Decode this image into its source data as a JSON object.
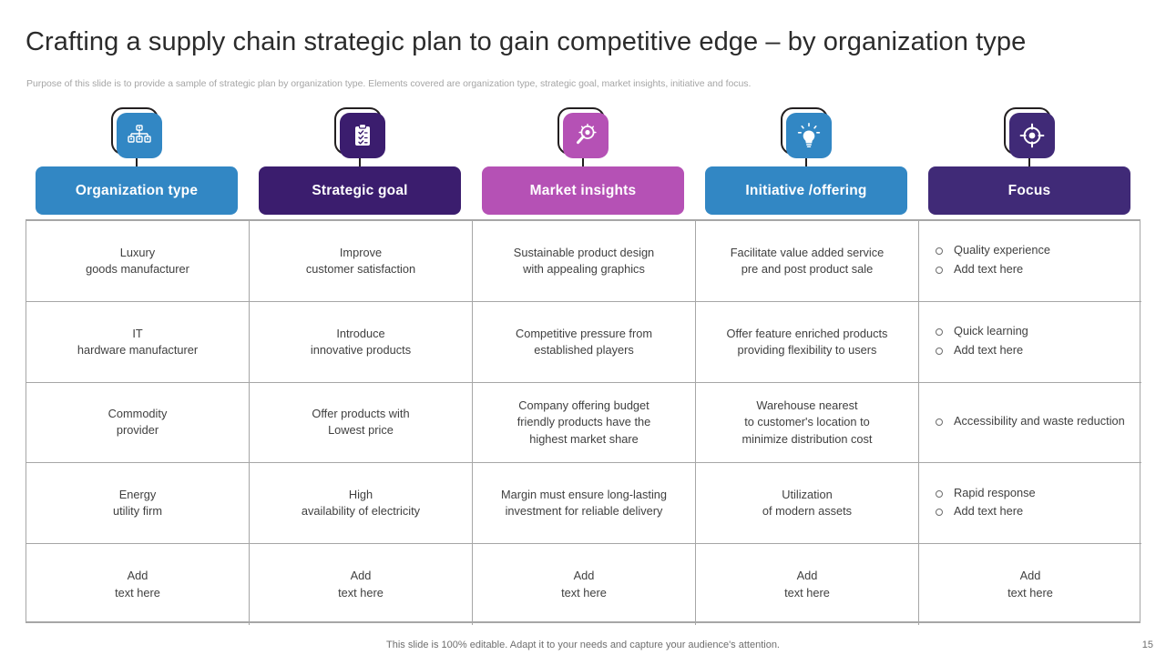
{
  "slide": {
    "title": "Crafting a supply chain strategic plan to gain competitive edge – by organization type",
    "subtitle": "Purpose of this slide is to provide a sample of strategic plan by organization type. Elements  covered are organization type, strategic goal, market insights, initiative and focus.",
    "footer_note": "This slide is 100% editable. Adapt it to your needs and capture your audience's attention.",
    "page_number": "15"
  },
  "colors": {
    "blue": "#3287c4",
    "dark_purple": "#3b1d6e",
    "orchid": "#b551b5",
    "blue_alt": "#3287c4",
    "deep_purple": "#402a77",
    "outline": "#231f20",
    "border": "#a6a6a6",
    "text": "#404040",
    "muted": "#a6a6a6"
  },
  "columns": [
    {
      "label": "Organization type",
      "color": "#3287c4",
      "icon": "org-chart-icon"
    },
    {
      "label": "Strategic goal",
      "color": "#3b1d6e",
      "icon": "clipboard-checklist-icon"
    },
    {
      "label": "Market insights",
      "color": "#b551b5",
      "icon": "magnifier-insight-icon"
    },
    {
      "label": "Initiative /offering",
      "color": "#3287c4",
      "icon": "lightbulb-idea-icon"
    },
    {
      "label": "Focus",
      "color": "#402a77",
      "icon": "target-crosshair-icon"
    }
  ],
  "rows": [
    {
      "organization_type": "Luxury\ngoods manufacturer",
      "strategic_goal": "Improve\ncustomer satisfaction",
      "market_insights": "Sustainable product design\nwith appealing graphics",
      "initiative": "Facilitate value added service\npre and post product sale",
      "focus_bullets": [
        "Quality experience",
        "Add text here"
      ]
    },
    {
      "organization_type": "IT\nhardware manufacturer",
      "strategic_goal": "Introduce\ninnovative products",
      "market_insights": "Competitive pressure from\nestablished players",
      "initiative": "Offer feature enriched products\nproviding flexibility to users",
      "focus_bullets": [
        "Quick learning",
        "Add text here"
      ]
    },
    {
      "organization_type": "Commodity\nprovider",
      "strategic_goal": "Offer products with\nLowest price",
      "market_insights": "Company offering budget\nfriendly products have the\nhighest market share",
      "initiative": "Warehouse nearest\nto customer's location to\nminimize distribution cost",
      "focus_bullets": [
        "Accessibility and waste reduction"
      ]
    },
    {
      "organization_type": "Energy\nutility firm",
      "strategic_goal": "High\navailability of electricity",
      "market_insights": "Margin must ensure long-lasting\ninvestment for reliable delivery",
      "initiative": "Utilization\nof modern assets",
      "focus_bullets": [
        "Rapid response",
        "Add text here"
      ]
    },
    {
      "organization_type": "Add\ntext here",
      "strategic_goal": "Add\ntext here",
      "market_insights": "Add\ntext here",
      "initiative": "Add\ntext here",
      "focus_plain": "Add\ntext here"
    }
  ]
}
